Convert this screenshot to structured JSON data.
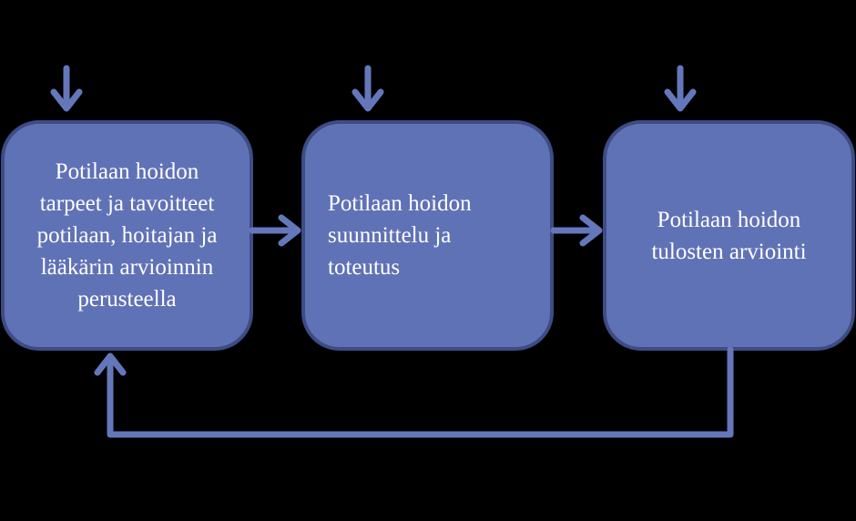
{
  "colors": {
    "background": "#000000",
    "box_fill": "#6072b6",
    "box_border": "#3e4c85",
    "arrow": "#6577bb",
    "text": "#ffffff"
  },
  "boxes": [
    {
      "label": "Potilaan hoidon tarpeet ja tavoitteet potilaan, hoitajan ja lääkärin arvioinnin perusteella"
    },
    {
      "label": "Potilaan hoidon suunnittelu ja toteutus"
    },
    {
      "label": "Potilaan hoidon tulosten arviointi"
    }
  ]
}
